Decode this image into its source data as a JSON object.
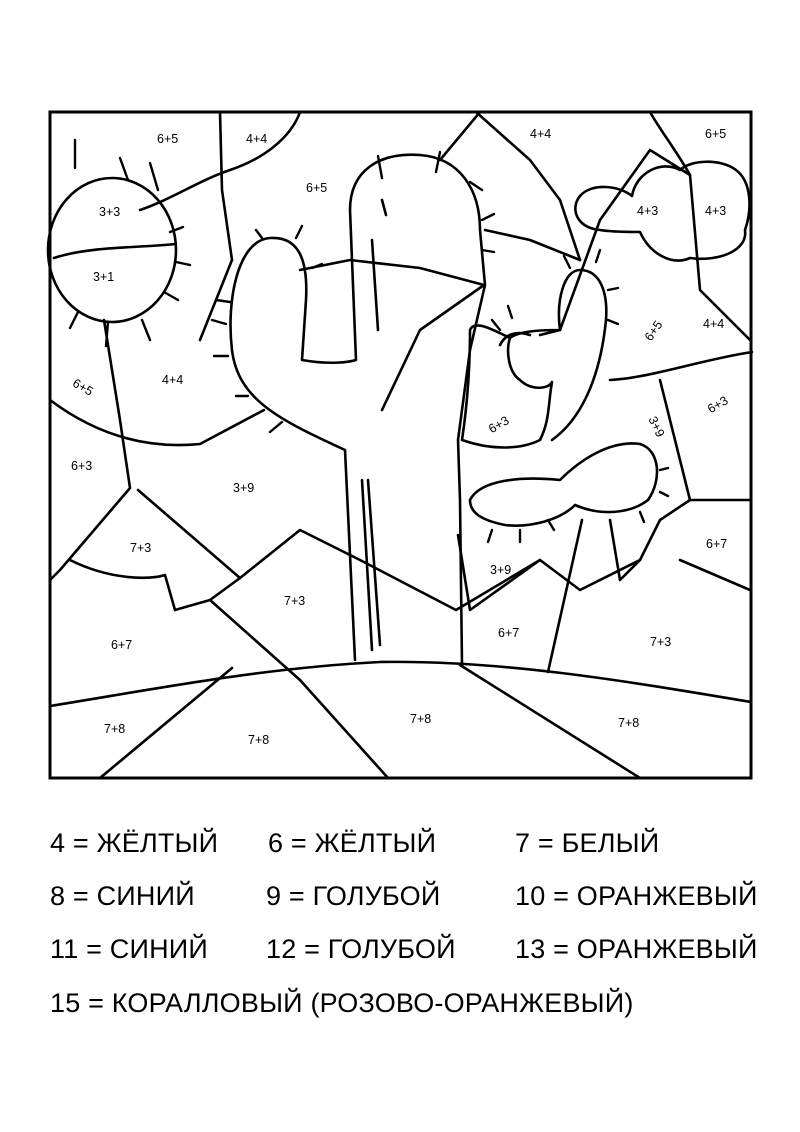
{
  "regions": [
    {
      "label": "6+5"
    },
    {
      "label": "4+4"
    },
    {
      "label": "4+4"
    },
    {
      "label": "6+5"
    },
    {
      "label": "6+5"
    },
    {
      "label": "3+3"
    },
    {
      "label": "4+3"
    },
    {
      "label": "4+3"
    },
    {
      "label": "3+1"
    },
    {
      "label": "6+5"
    },
    {
      "label": "4+4"
    },
    {
      "label": "4+4"
    },
    {
      "label": "6+5"
    },
    {
      "label": "6+3"
    },
    {
      "label": "6+3"
    },
    {
      "label": "3+9"
    },
    {
      "label": "6+3"
    },
    {
      "label": "3+9"
    },
    {
      "label": "7+3"
    },
    {
      "label": "6+7"
    },
    {
      "label": "3+9"
    },
    {
      "label": "7+3"
    },
    {
      "label": "6+7"
    },
    {
      "label": "6+7"
    },
    {
      "label": "7+3"
    },
    {
      "label": "7+8"
    },
    {
      "label": "7+8"
    },
    {
      "label": "7+8"
    },
    {
      "label": "7+8"
    }
  ],
  "legend": {
    "k4": "4 = ЖЁЛТЫЙ",
    "k6": "6 = ЖЁЛТЫЙ",
    "k7": "7 = БЕЛЫЙ",
    "k8": "8 = СИНИЙ",
    "k9": "9 = ГОЛУБОЙ",
    "k10": "10 = ОРАНЖЕВЫЙ",
    "k11": "11 = СИНИЙ",
    "k12": "12 = ГОЛУБОЙ",
    "k13": "13 = ОРАНЖЕВЫЙ",
    "k15": "15 = КОРАЛЛОВЫЙ  (РОЗОВО-ОРАНЖЕВЫЙ)"
  }
}
